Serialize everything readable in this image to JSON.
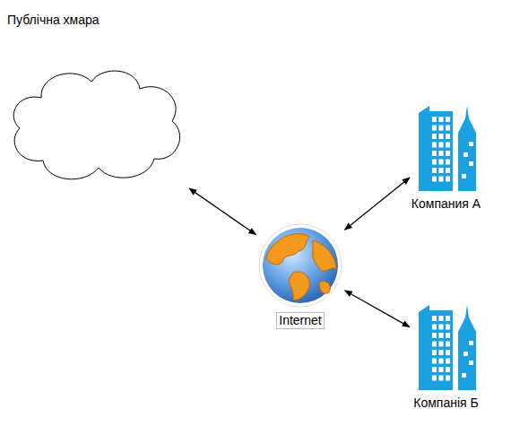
{
  "diagram": {
    "nodes": [
      {
        "text": [
          "Публічна хмара"
        ]
      },
      {
        "text": [
          "Internet"
        ]
      },
      {
        "text": [
          "Компания А"
        ]
      },
      {
        "text": [
          "Компанія Б"
        ]
      }
    ],
    "edges": [
      {
        "from": 0,
        "to": 1,
        "arrow": "both"
      },
      {
        "from": 1,
        "to": 2,
        "arrow": "both"
      },
      {
        "from": 1,
        "to": 3,
        "arrow": "both"
      }
    ]
  }
}
